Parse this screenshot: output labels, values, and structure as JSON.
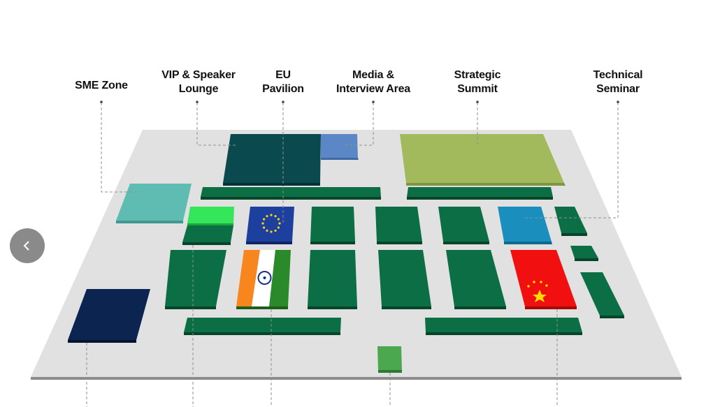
{
  "labels": {
    "sme_zone": "SME Zone",
    "vip_lounge_line1": "VIP & Speaker",
    "vip_lounge_line2": "Lounge",
    "eu_line1": "EU",
    "eu_line2": "Pavilion",
    "media_line1": "Media &",
    "media_line2": "Interview Area",
    "strategic_line1": "Strategic",
    "strategic_line2": "Summit",
    "technical_line1": "Technical",
    "technical_line2": "Seminar"
  },
  "colors": {
    "floor": "#e1e1e1",
    "floor_edge": "#8c8c8c",
    "booth_green": "#0b6e45",
    "booth_green_edge": "#06452a",
    "vip_lounge": "#0a4a4f",
    "media_area": "#5b87c6",
    "strategic_summit": "#a3ba5c",
    "sme_zone": "#5ebcb2",
    "bright_green": "#33e65a",
    "technical_seminar": "#1a8fbd",
    "navy_block": "#0c2450",
    "small_green": "#4ca84f",
    "eu_blue": "#1d3f9e",
    "eu_star": "#f5d21c",
    "india_saffron": "#f7861e",
    "india_white": "#ffffff",
    "india_green": "#2a8a2a",
    "china_red": "#f20f0f",
    "china_star": "#ffdd00",
    "carousel_button": "#8a8a8a"
  },
  "icons": {
    "previous": "chevron-left-icon",
    "eu_flag": "eu-flag-icon",
    "india_flag": "india-flag-icon",
    "china_flag": "china-flag-icon"
  }
}
